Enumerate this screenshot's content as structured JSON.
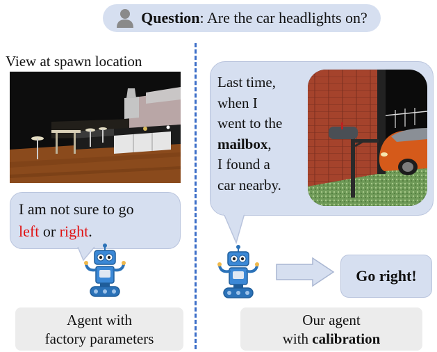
{
  "question": {
    "label": "Question",
    "text": ": Are the car headlights on?"
  },
  "left_panel": {
    "caption": "View at spawn location",
    "bubble_line1": "I am not sure to go",
    "bubble_left_word": "left",
    "bubble_or": " or ",
    "bubble_right_word": "right",
    "bubble_period": ".",
    "agent_line1": "Agent with",
    "agent_line2": "factory parameters"
  },
  "right_panel": {
    "memory_lines": [
      "Last time,",
      "when I",
      "went to the"
    ],
    "memory_bold": "mailbox",
    "memory_comma": ",",
    "memory_lines2": [
      "I found a",
      "car nearby."
    ],
    "action": "Go right!",
    "agent_line1": "Our agent",
    "agent_line2_prefix": "with ",
    "agent_line2_bold": "calibration"
  },
  "colors": {
    "bubble": "#d6dff0",
    "divider": "#3d6fc8",
    "highlight": "#e01010",
    "label_bg": "#ececec"
  }
}
